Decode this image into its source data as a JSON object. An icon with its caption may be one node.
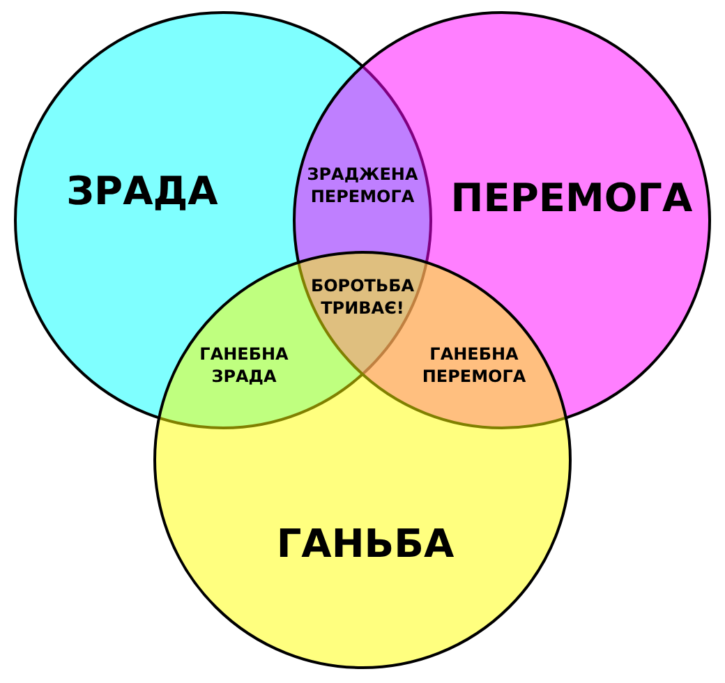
{
  "diagram": {
    "nodes": [
      {
        "text": [
          "ЗРАДА"
        ]
      },
      {
        "text": [
          "ПЕРЕМОГА"
        ]
      },
      {
        "text": [
          "ГАНЬБА"
        ]
      }
    ],
    "edges": [],
    "labels": [
      "ЗРАДЖЕНА ПЕРЕМОГА",
      "БОРОТЬБА ТРИВАЄ!",
      "ГАНЕБНА ЗРАДА",
      "ГАНЕБНА ПЕРЕМОГА"
    ]
  }
}
